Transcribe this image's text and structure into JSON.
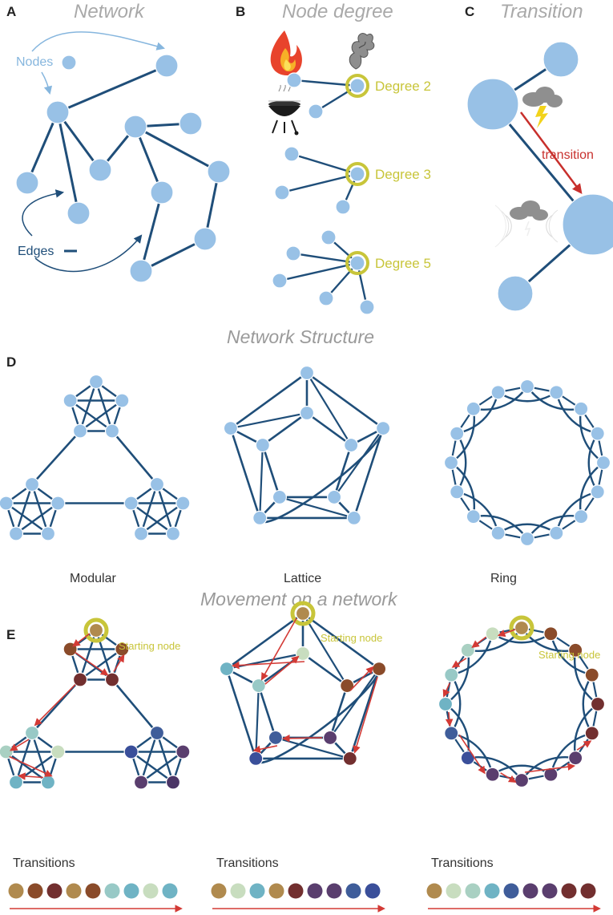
{
  "panels": {
    "a": {
      "letter": "A",
      "title": "Network",
      "nodes_label": "Nodes",
      "edges_label": "Edges"
    },
    "b": {
      "letter": "B",
      "title": "Node degree",
      "degree_labels": [
        "Degree 2",
        "Degree 3",
        "Degree 5"
      ]
    },
    "c": {
      "letter": "C",
      "title": "Transition",
      "transition_label": "transition"
    },
    "d": {
      "letter": "D",
      "section_title": "Network Structure",
      "captions": [
        "Modular",
        "Lattice",
        "Ring"
      ]
    },
    "e": {
      "letter": "E",
      "section_title": "Movement on a network",
      "starting_label": "Starting node",
      "transitions_label": "Transitions"
    }
  },
  "colors": {
    "edge": "#1f4e79",
    "node": "#98c1e6",
    "highlight": "#c8c53a",
    "arrow": "#d33a35",
    "label_light": "#86b6de"
  },
  "transition_sequences": [
    [
      "#b08a4e",
      "#8a4b2a",
      "#722f2f",
      "#b08a4e",
      "#8a4b2a",
      "#98c9c6",
      "#6fb3c4",
      "#c8ddbf",
      "#6fb3c4"
    ],
    [
      "#b08a4e",
      "#c8ddbf",
      "#6fb3c4",
      "#b08a4e",
      "#722f2f",
      "#5a3e6e",
      "#5a3e6e",
      "#3f5d9a",
      "#3a4f9a"
    ],
    [
      "#b08a4e",
      "#c8ddbf",
      "#a9d0c2",
      "#6fb3c4",
      "#3f5d9a",
      "#5a3e6e",
      "#5a3e6e",
      "#722f2f",
      "#722f2f"
    ]
  ],
  "icons": [
    "fire-icon",
    "smoke-icon",
    "grill-icon",
    "thundercloud-icon",
    "cloud-with-rings-icon"
  ]
}
